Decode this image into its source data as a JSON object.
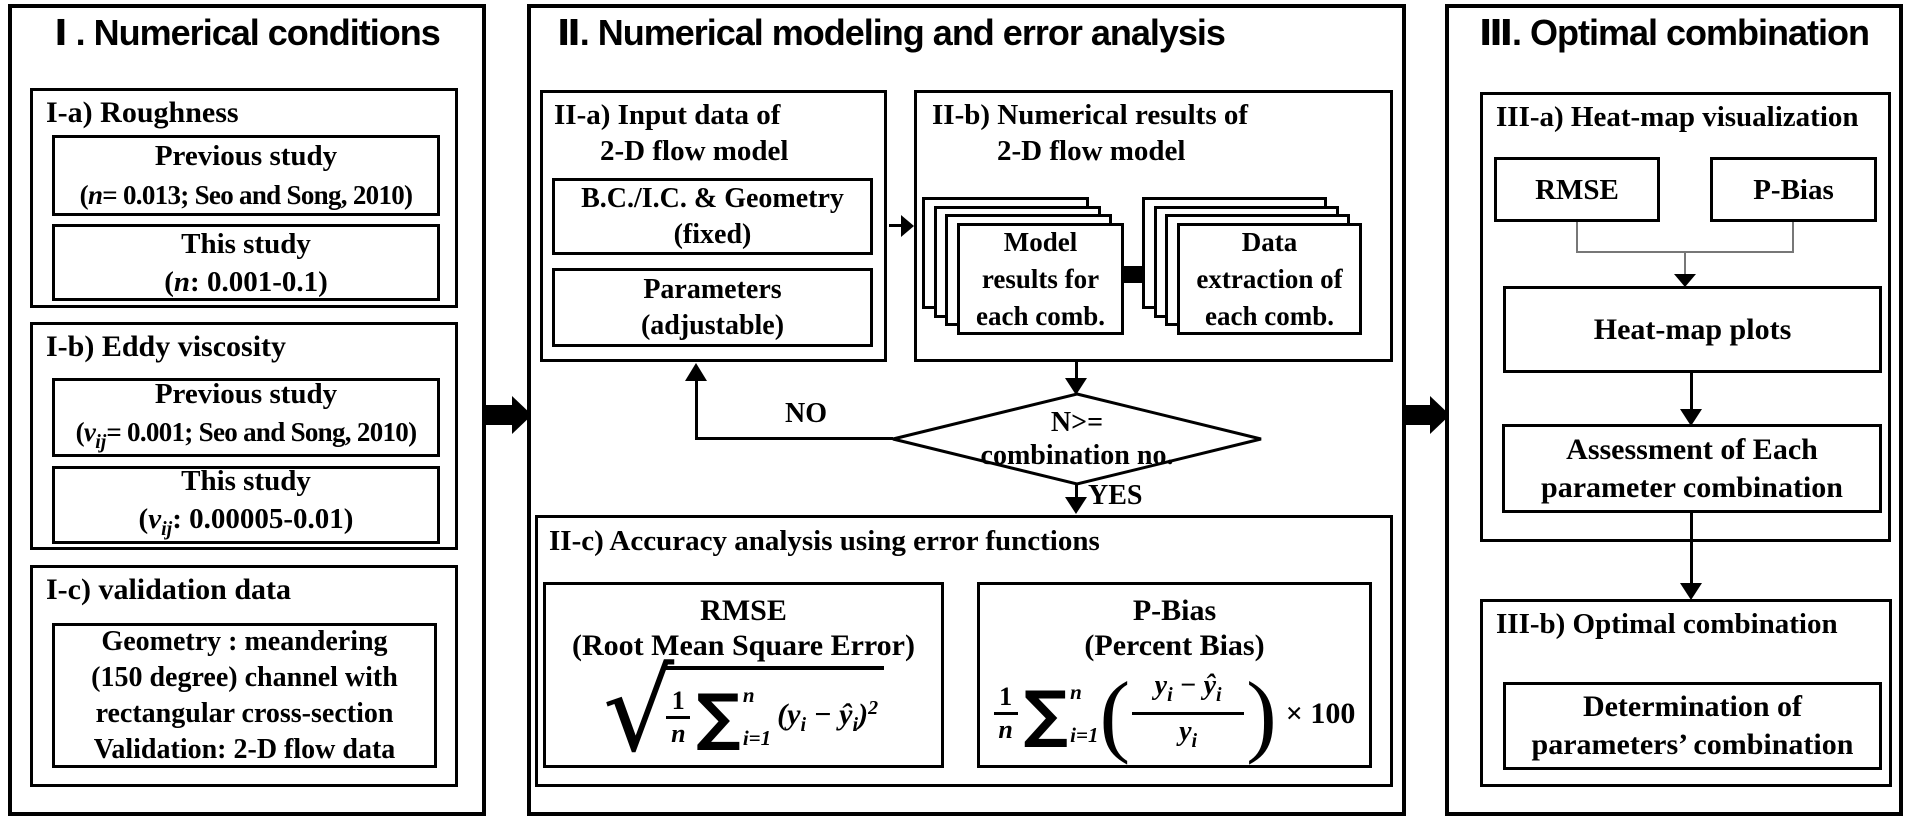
{
  "p1": {
    "title": "Ⅰ . Numerical conditions",
    "a": {
      "label": "I-a) Roughness",
      "box1": {
        "l1": "Previous study",
        "pre": "(",
        "v": "n",
        "post": "= 0.013; Seo and Song, 2010)"
      },
      "box2": {
        "l1": "This study",
        "pre": "(",
        "v": "n",
        "post": ": 0.001-0.1)"
      }
    },
    "b": {
      "label": "I-b) Eddy viscosity",
      "box1": {
        "l1": "Previous study",
        "pre": "(",
        "v": "v",
        "sub": "ij",
        "post": "= 0.001; Seo and Song, 2010)"
      },
      "box2": {
        "l1": "This study",
        "pre": "(",
        "v": "v",
        "sub": "ij",
        "post": ": 0.00005-0.01)"
      }
    },
    "c": {
      "label": "I-c) validation data",
      "box": {
        "l1": "Geometry : meandering",
        "l2": "(150 degree) channel with",
        "l3": "rectangular cross-section",
        "l4": "Validation: 2-D flow data"
      }
    }
  },
  "p2": {
    "title": "Ⅱ. Numerical modeling and error analysis",
    "a": {
      "label1": "II-a) Input data of",
      "label2": "2-D flow model",
      "box1": {
        "l1": "B.C./I.C. & Geometry",
        "l2": "(fixed)"
      },
      "box2": {
        "l1": "Parameters",
        "l2": "(adjustable)"
      }
    },
    "b": {
      "label1": "II-b) Numerical results of",
      "label2": "2-D flow model",
      "stack1": {
        "l1": "Model",
        "l2": "results for",
        "l3": "each comb."
      },
      "stack2": {
        "l1": "Data",
        "l2": "extraction of",
        "l3": "each comb."
      }
    },
    "decision": {
      "l1": "N>=",
      "l2": "combination no.",
      "no": "NO",
      "yes": "YES"
    },
    "c": {
      "label": "II-c) Accuracy analysis using error functions",
      "rmse": {
        "t1": "RMSE",
        "t2": "(Root Mean Square Error)",
        "f": {
          "rad": "√",
          "num": "1",
          "den": "n",
          "sum": "∑",
          "sup": "n",
          "sub": "i=1",
          "e1": "(y",
          "es1": "i",
          "e2": " − ŷ",
          "es2": "i",
          "e3": ")",
          "esup": "2"
        }
      },
      "pbias": {
        "t1": "P-Bias",
        "t2": "(Percent Bias)",
        "f": {
          "num": "1",
          "den": "n",
          "sum": "∑",
          "sup": "n",
          "sub": "i=1",
          "lp": "(",
          "n1": "y",
          "ns1": "i",
          "n2": " − ŷ",
          "ns2": "i",
          "d1": "y",
          "ds1": "i",
          "rp": ")",
          "times": "× 100"
        }
      }
    }
  },
  "p3": {
    "title": "Ⅲ. Optimal combination",
    "a": {
      "label": "III-a) Heat-map visualization",
      "rmse": "RMSE",
      "pbias": "P-Bias",
      "heatmap": "Heat-map plots",
      "assess1": "Assessment of Each",
      "assess2": "parameter combination"
    },
    "b": {
      "label": "III-b) Optimal combination",
      "det1": "Determination of",
      "det2": "parameters’ combination"
    }
  }
}
